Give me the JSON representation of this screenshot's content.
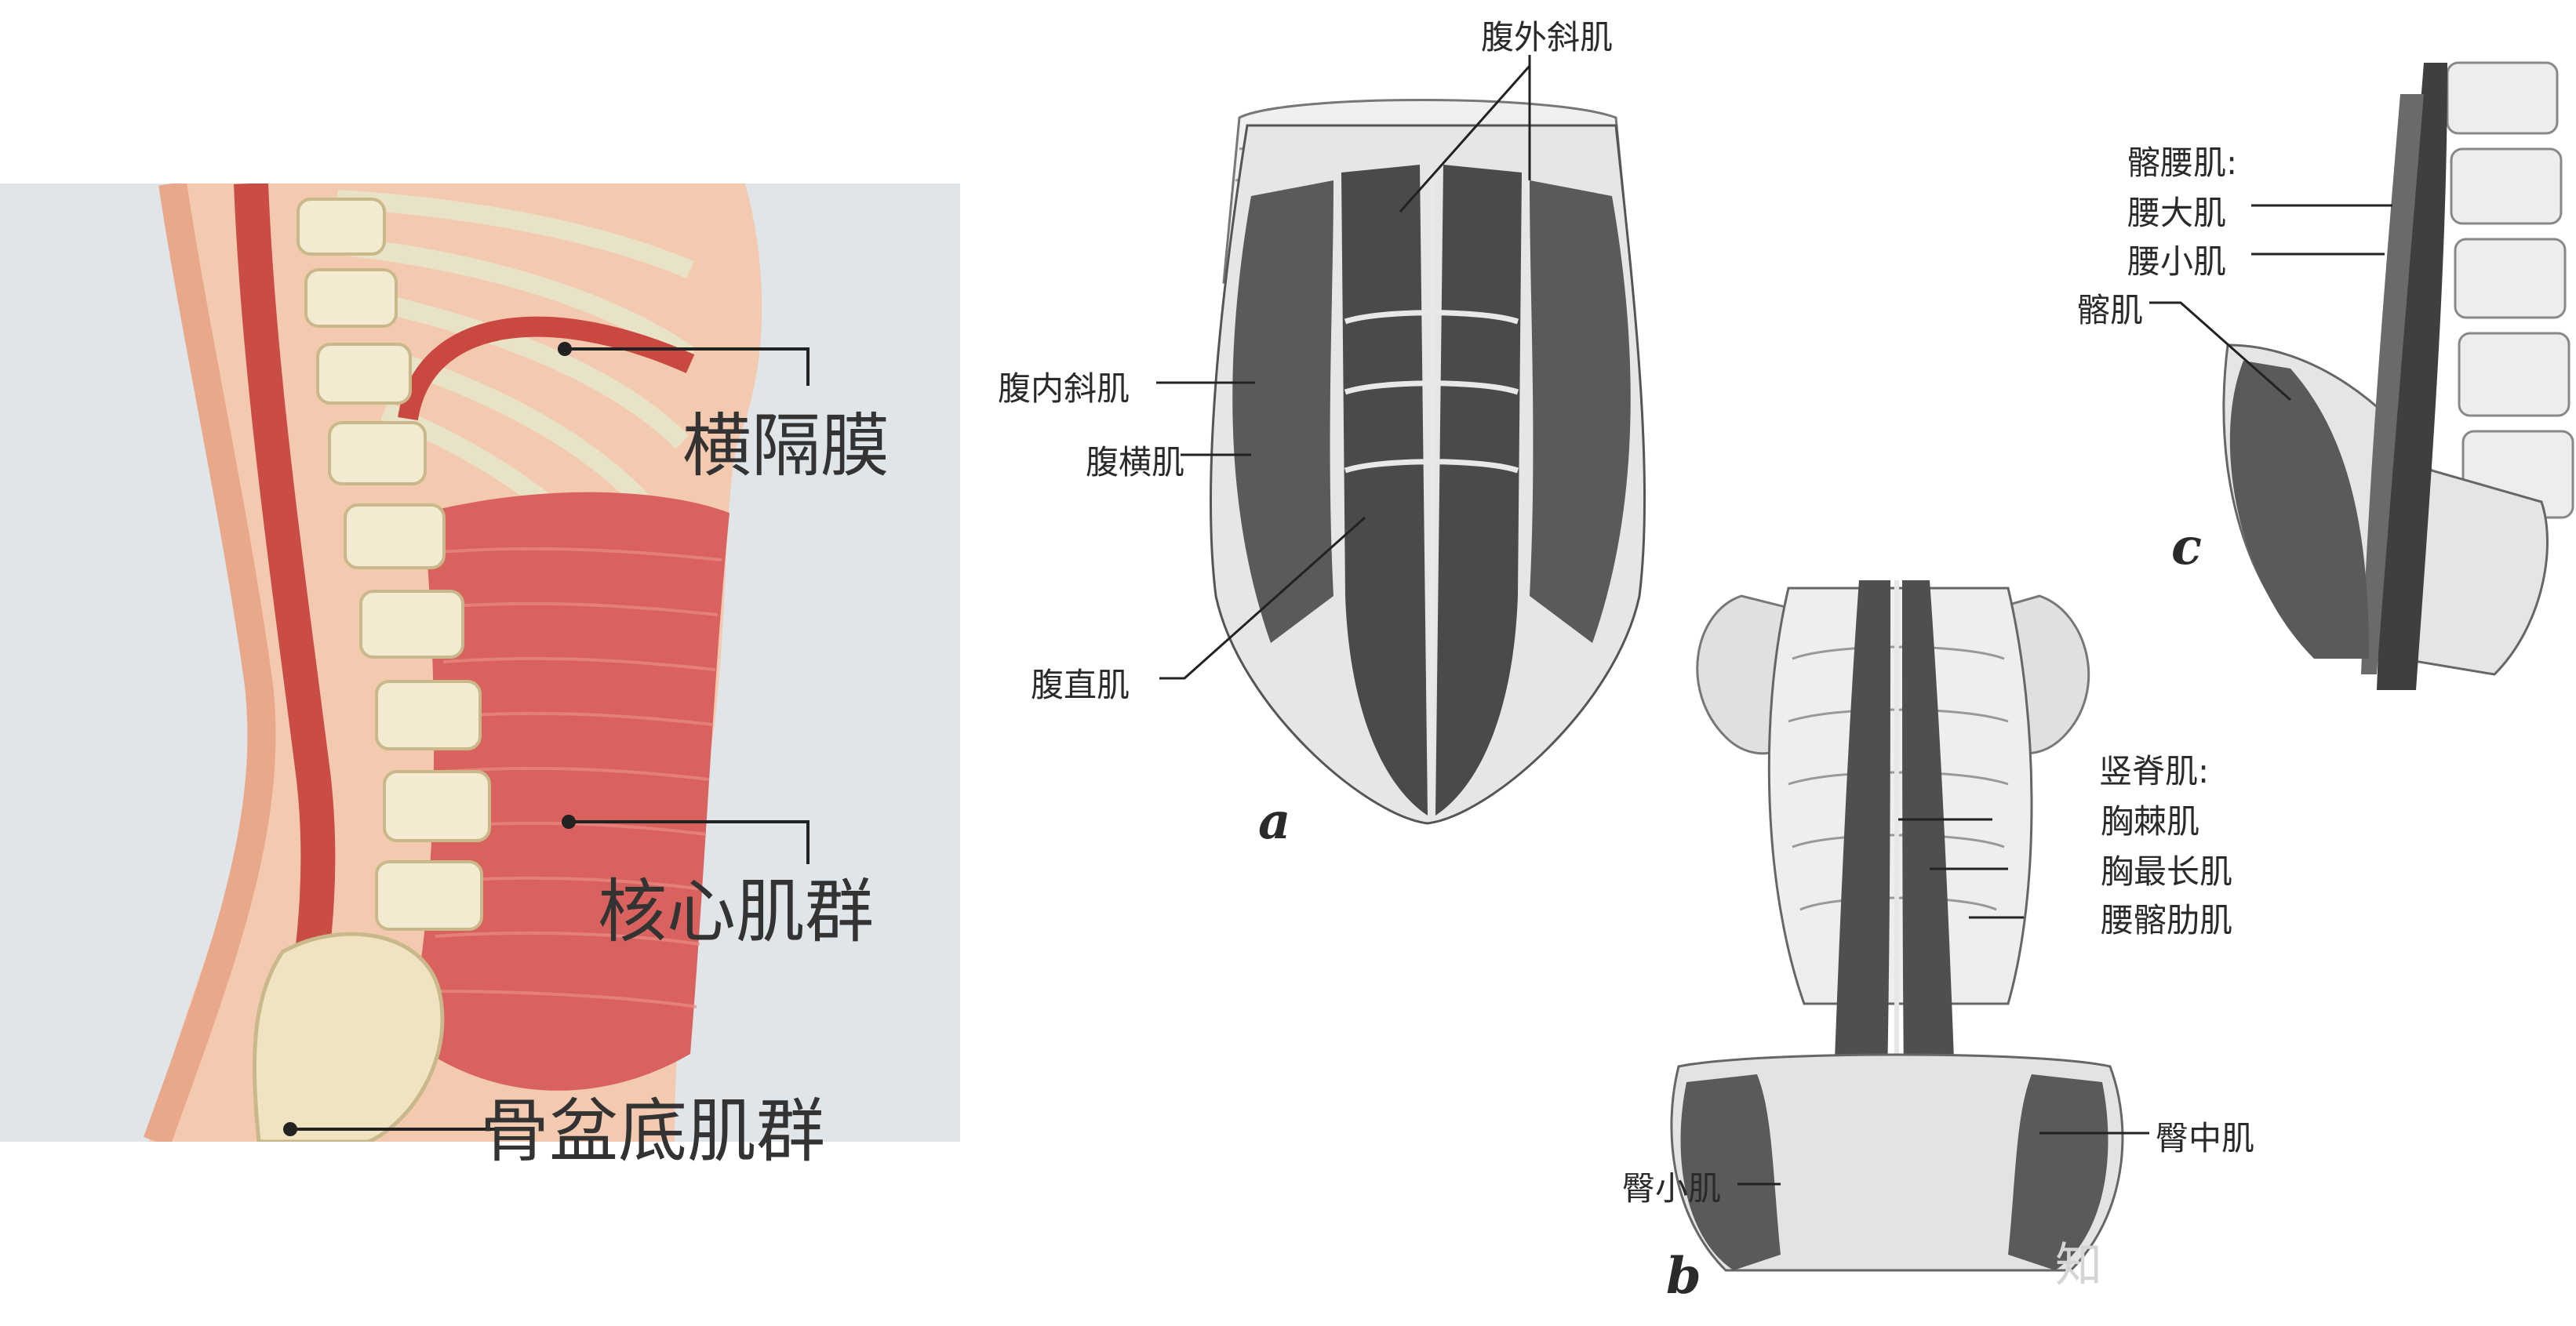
{
  "left_panel": {
    "labels": {
      "diaphragm": "横隔膜",
      "core": "核心肌群",
      "pelvic_floor": "骨盆底肌群"
    }
  },
  "panel_a": {
    "letter": "a",
    "labels": {
      "external_oblique": "腹外斜肌",
      "internal_oblique": "腹内斜肌",
      "transversus": "腹横肌",
      "rectus": "腹直肌"
    }
  },
  "panel_b": {
    "letter": "b",
    "labels": {
      "erector_title": "竖脊肌:",
      "spinalis": "胸棘肌",
      "longissimus": "胸最长肌",
      "iliocostalis": "腰髂肋肌",
      "gluteus_medius": "臀中肌",
      "gluteus_minimus": "臀小肌"
    }
  },
  "panel_c": {
    "letter": "c",
    "labels": {
      "iliopsoas_title": "髂腰肌:",
      "psoas_major": "腰大肌",
      "psoas_minor": "腰小肌",
      "iliacus": "髂肌"
    }
  },
  "watermark": "知"
}
